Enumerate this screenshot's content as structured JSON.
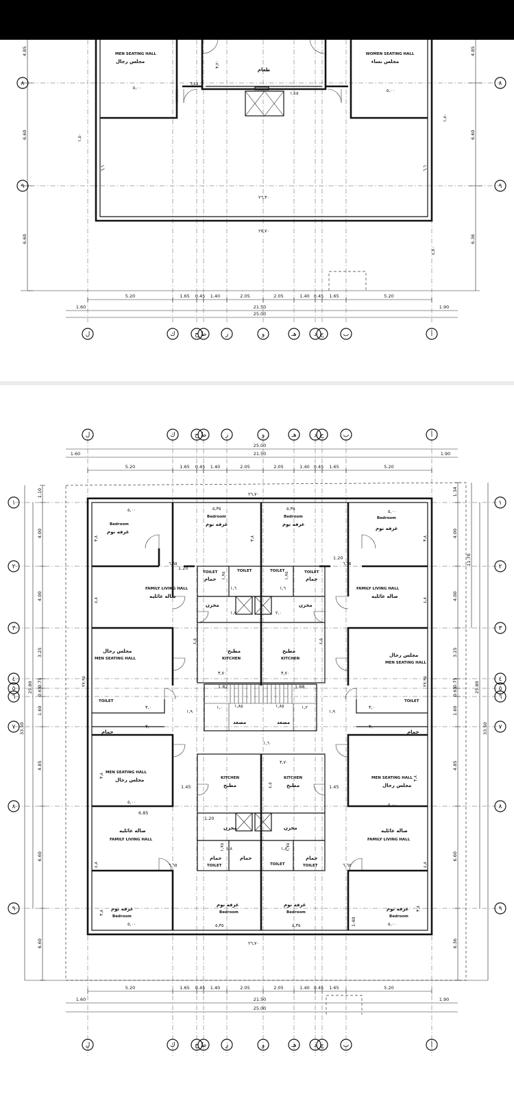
{
  "plan_top": {
    "rooms": {
      "men_seating": {
        "en": "MEN SEATING HALL",
        "ar": "مجلس رجال"
      },
      "women_seating": {
        "en": "WOMEN SEATING HALL",
        "ar": "مجلس نساء"
      },
      "dining": {
        "ar": "طعام"
      }
    },
    "room_dims": {
      "men_w": "٥,٠٠",
      "women_w": "٥,٠٠",
      "hall_w": "٢٦,٣٠",
      "outer_w": "٢٧,٧٠",
      "left_h": "٦,٦",
      "right_h": "٦,٦",
      "side_r": "١,٨٠",
      "left_small": "١,٥٠",
      "dining_h": "٣,٢٠",
      "d1": "٦,٤٥",
      "d2": "١,٤٥",
      "d3": "٤,٨٠"
    },
    "left_dims": [
      "4.85",
      "6.60",
      "6.60"
    ],
    "right_dims": [
      "4.85",
      "6.60",
      "6.36"
    ],
    "grid_rows": [
      "٨",
      "٩"
    ],
    "bottom_dims": [
      "5.20",
      "1.65",
      "0.45",
      "1.40",
      "2.05",
      "2.05",
      "1.40",
      "0.45",
      "1.65",
      "5.20"
    ],
    "total_inner": "21.50",
    "total_outer": "25.00",
    "margin_left": "1.60",
    "margin_right": "1.90",
    "grid_cols": [
      "ل",
      "ك",
      "ح",
      "ط",
      "ز",
      "و",
      "هـ",
      "د",
      "ج",
      "ب",
      "أ"
    ]
  },
  "plan_main": {
    "grid_cols": [
      "ل",
      "ك",
      "ح",
      "ط",
      "ز",
      "و",
      "هـ",
      "د",
      "ج",
      "ب",
      "أ"
    ],
    "grid_rows": [
      "١",
      "٢",
      "٣",
      "٤",
      "٥",
      "٦",
      "٧",
      "٨",
      "٩"
    ],
    "top_dims": [
      "5.20",
      "1.65",
      "0.45",
      "1.40",
      "2.05",
      "2.05",
      "1.40",
      "0.45",
      "1.65",
      "5.20"
    ],
    "bottom_dims": [
      "5.20",
      "1.65",
      "0.45",
      "1.40",
      "2.05",
      "2.05",
      "1.40",
      "0.45",
      "1.65",
      "5.20"
    ],
    "total_inner": "21.50",
    "total_outer": "25.00",
    "margin_left": "1.60",
    "margin_right": "1.90",
    "left_dims": [
      "1.10",
      "4.00",
      "4.00",
      "3.25",
      "0.75",
      "0.65",
      "1.60",
      "4.85",
      "6.60",
      "6.60"
    ],
    "left_totals": [
      "25.80",
      "33.50"
    ],
    "right_dims": [
      "1.34",
      "4.00",
      "4.00",
      "3.25",
      "0.75",
      "0.65",
      "1.60",
      "4.85",
      "6.60",
      "6.36"
    ],
    "right_totals": [
      "11.70",
      "25.80",
      "33.50"
    ],
    "top_arabic_total": "٢٦,٧٠",
    "bottom_arabic_total": "٢٦,٧٠",
    "side_arabic": "٢٧,٩٥",
    "rooms": {
      "bedroom_en": "Bedroom",
      "bedroom_ar": "غرفه نوم",
      "family_en": "FAMILY LIVING HALL",
      "family_ar": "صاله عائليه",
      "men_en": "MEN SEATING HALL",
      "men_ar": "مجلس رجال",
      "kitchen_en": "KITCHEN",
      "kitchen_ar": "مطبخ",
      "toilet_en": "TOILET",
      "toilet_ar": "حمام",
      "store_ar": "مخزن",
      "elevator_ar": "مصعد"
    },
    "room_dims": {
      "five": "٥,٠٠",
      "five35": "٥,٣٥",
      "three8": "٣,٨",
      "six65": "٦,٦٥",
      "four8": "٤,٨",
      "three7": "٣,٧٠",
      "four5": "٤,٥",
      "three0": "٣,٠",
      "one9": "١,٩",
      "one6": "١,٦",
      "one75": "١,٧٥",
      "one85": "١,٨٥",
      "one2": "١,٢",
      "two0": "٢,٠",
      "one8": "١,٨",
      "one0": "١,٠"
    },
    "labels": {
      "d120a": "1.20",
      "d120b": "1.20",
      "d120c": "1.20",
      "d182": "1.82",
      "d188": "1.88",
      "d145a": "1.45",
      "d145b": "1.45",
      "d685": "6.85",
      "d140": "1.40"
    }
  }
}
